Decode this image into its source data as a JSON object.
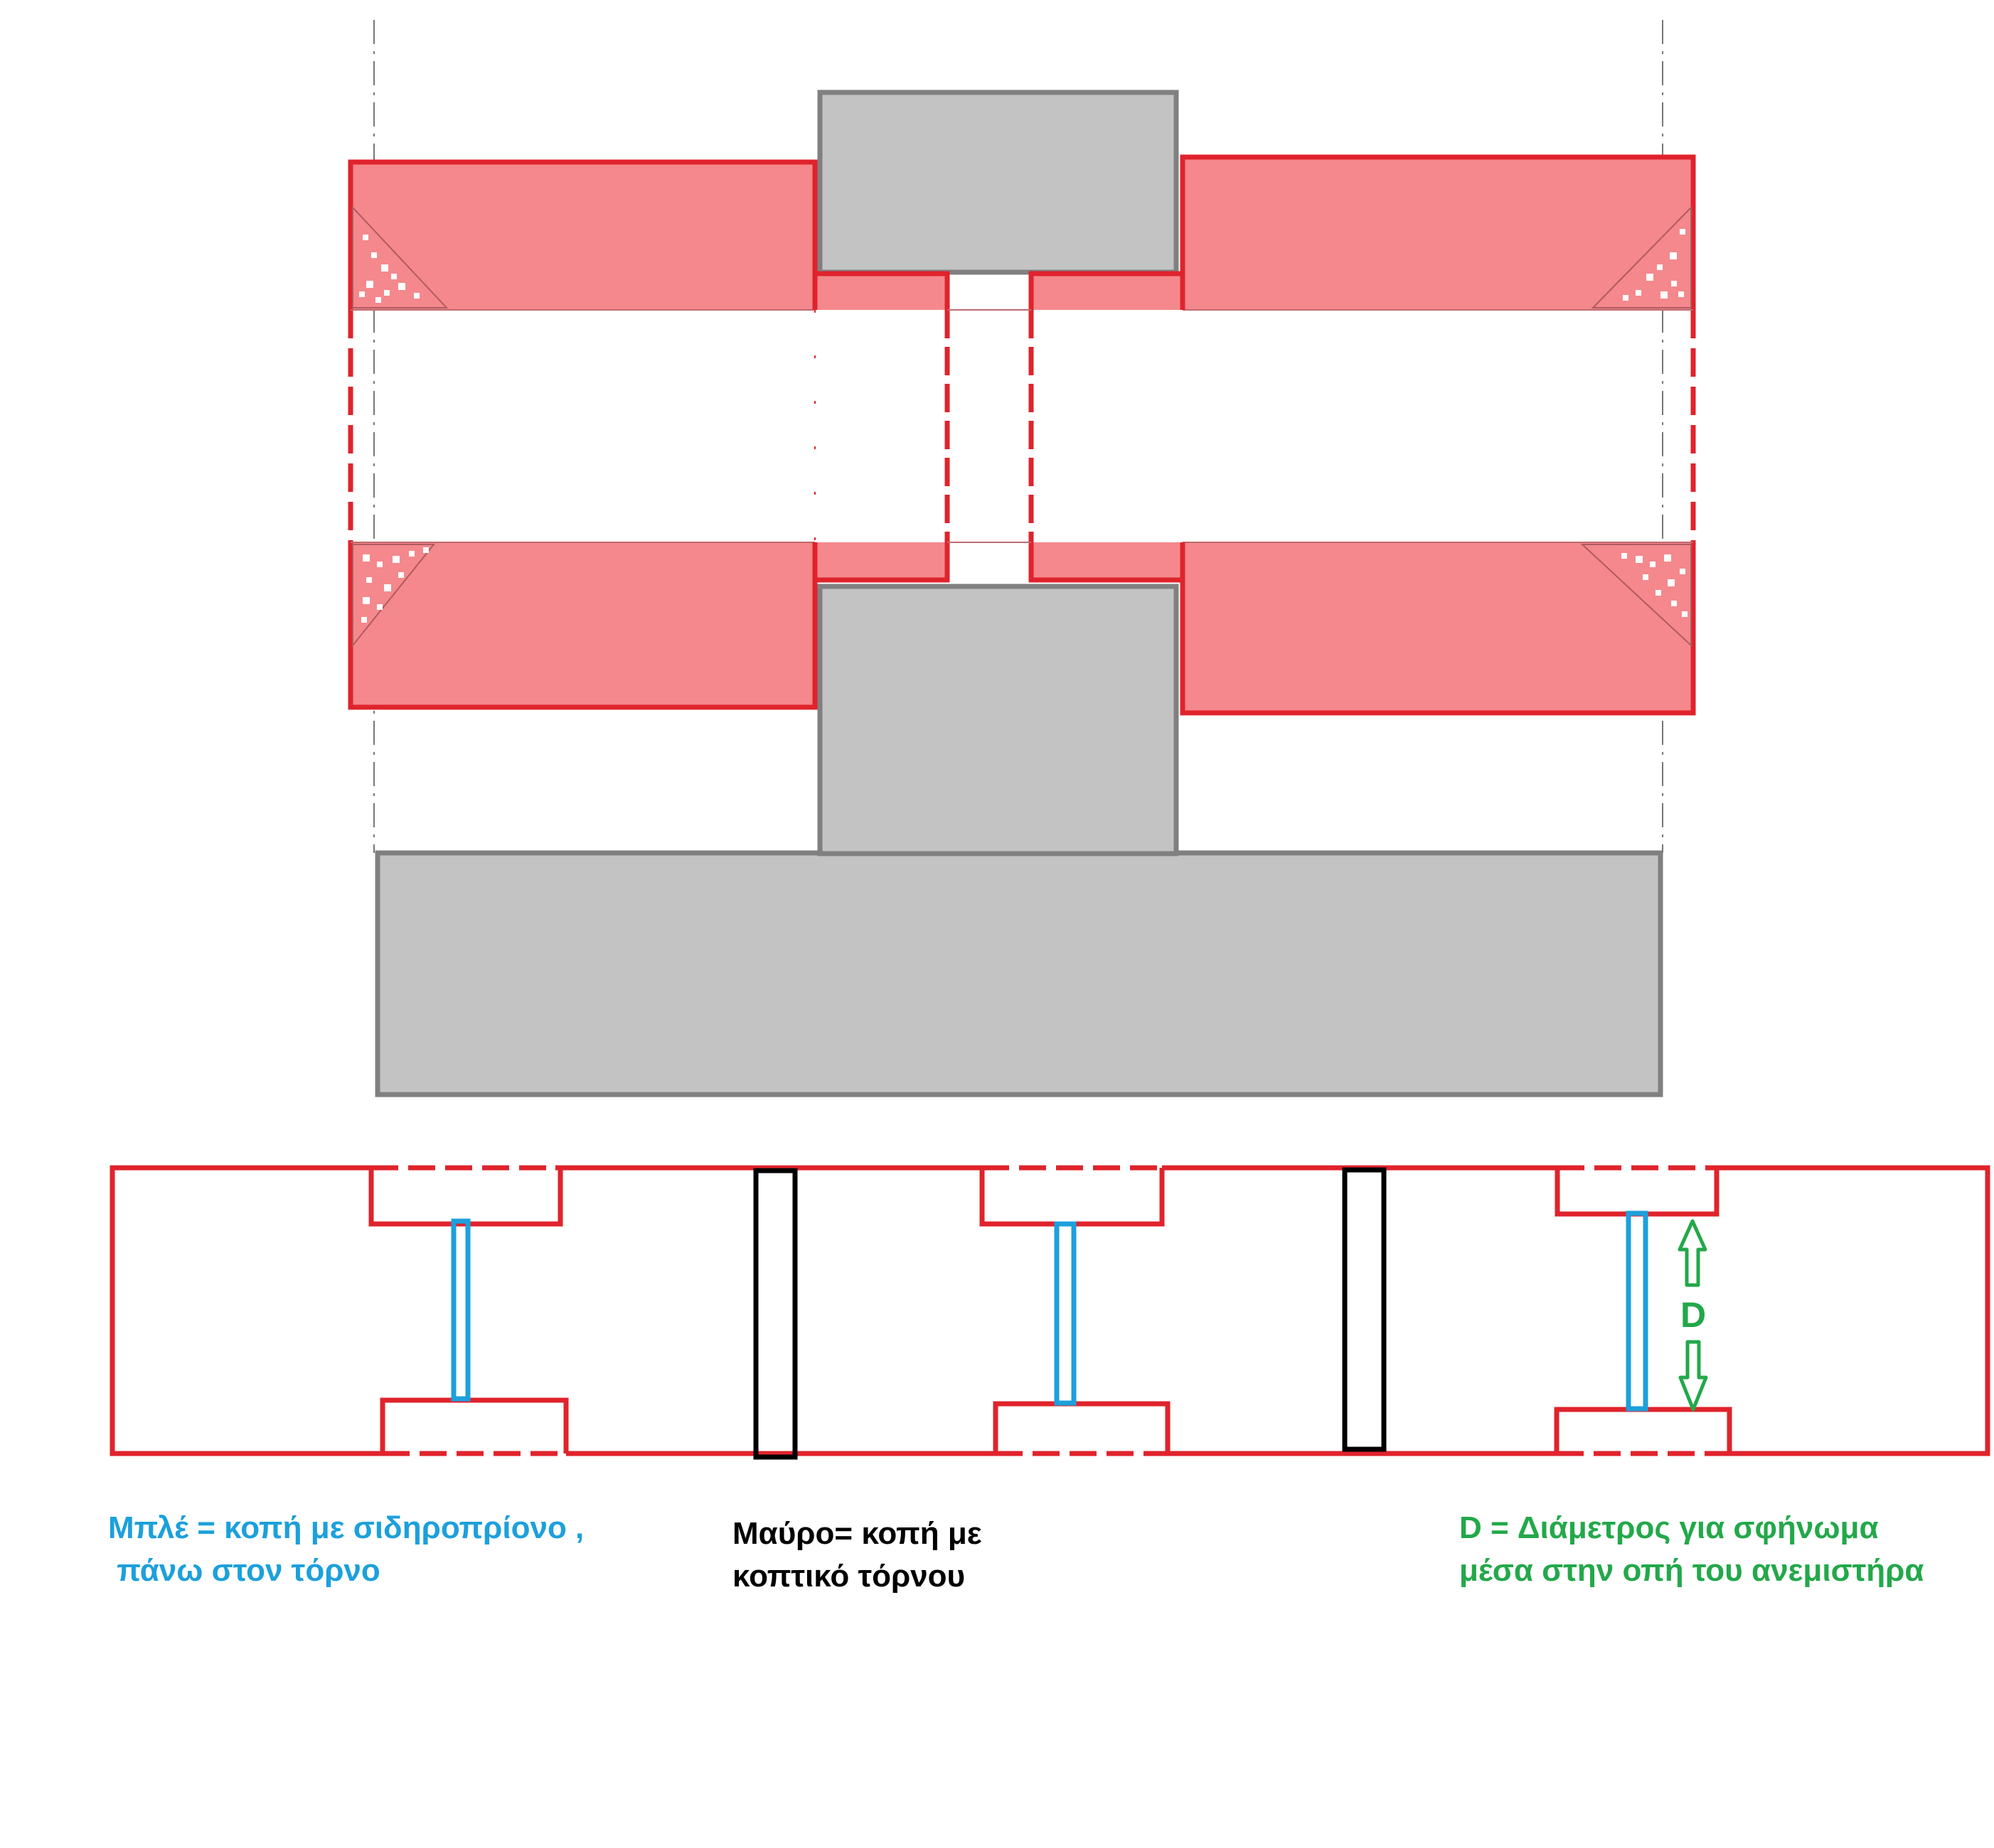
{
  "colors": {
    "red": "#e0232c",
    "pink": "#f4888c",
    "gray_fill": "#c3c3c3",
    "gray_stroke": "#808080",
    "blue": "#1ca0dc",
    "black": "#000000",
    "green": "#23a84a"
  },
  "diagram": {
    "dimension_label": "D"
  },
  "legend": {
    "blue": {
      "line1": "Μπλέ = κοπή με σιδηροπρίονο ,",
      "line2": " πάνω στον τόρνο"
    },
    "black": {
      "line1": "Μαύρο= κοπή με",
      "line2": "κοπτικό τόρνου"
    },
    "green": {
      "line1": "D = Διάμετρος για σφήνωμα",
      "line2": "μέσα στην οπή του ανεμιστήρα"
    }
  }
}
